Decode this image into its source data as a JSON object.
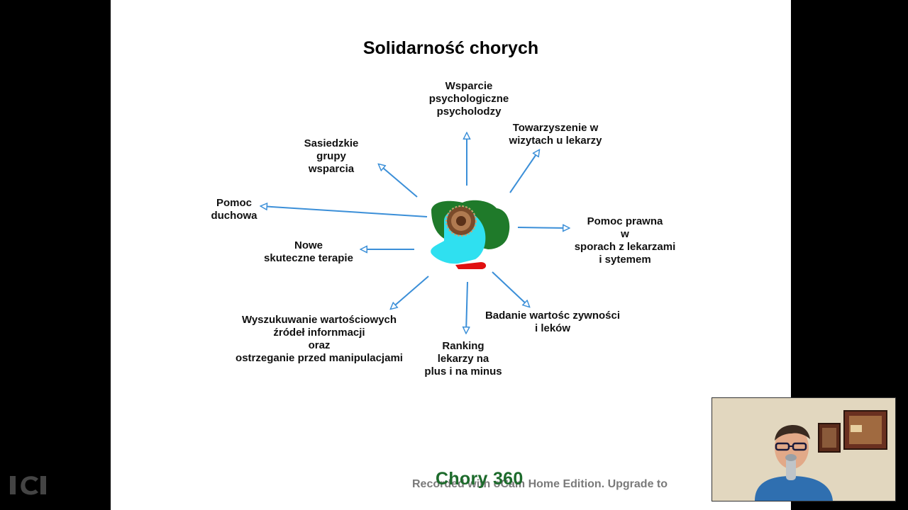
{
  "title": "Solidarność chorych",
  "nodes": {
    "top": [
      "Wsparcie",
      "psychologiczne",
      "psycholodzy"
    ],
    "top_right": [
      "Towarzyszenie w",
      "wizytach  u lekarzy"
    ],
    "top_left": [
      "Sasiedzkie",
      "grupy",
      "wsparcia"
    ],
    "left": [
      "Pomoc",
      "duchowa"
    ],
    "mid_left": [
      "Nowe",
      "skuteczne terapie"
    ],
    "right": [
      "Pomoc prawna",
      "w",
      "sporach z lekarzami",
      "i sytemem"
    ],
    "bottom_right": [
      "Badanie wartośc zywności",
      "i leków"
    ],
    "bottom": [
      "Ranking",
      "lekarzy na",
      "plus i na minus"
    ],
    "bottom_left": [
      "Wyszukuwanie wartościowych",
      "źródeł infornmacji",
      "oraz",
      "ostrzeganie przed manipulacjami"
    ]
  },
  "watermark": "Recorded with oCam Home Edition. Upgrade to",
  "brand": "Chory 360",
  "colors": {
    "arrow": "#3b8fd8",
    "slide_background": "#ffffff",
    "frame_background": "#000000",
    "brand_green": "#1d6b2c",
    "head_green": "#1f7a2a",
    "face_cyan": "#2fe0f0",
    "lips_red": "#e01010"
  }
}
